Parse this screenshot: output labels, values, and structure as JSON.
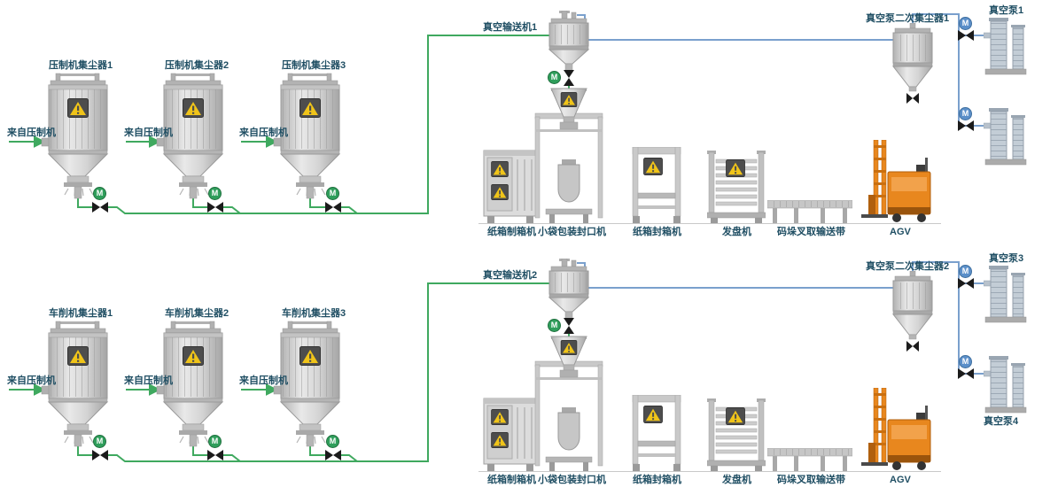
{
  "diagram": {
    "valve_label": "M",
    "colors": {
      "pipe_material": "#3fa95f",
      "pipe_vacuum": "#7aa0cd",
      "label_text": "#1f4e63",
      "agv_body": "#e8871e",
      "warning_plate": "#4d4d4d",
      "warning_triangle": "#f0c419"
    },
    "systems": [
      {
        "collectors": [
          {
            "label": "压制机集尘器1",
            "source": "来自压制机"
          },
          {
            "label": "压制机集尘器2",
            "source": "来自压制机"
          },
          {
            "label": "压制机集尘器3",
            "source": "来自压制机"
          }
        ],
        "vacuum_conveyor": "真空输送机1",
        "secondary_collector": "真空泵二次集尘器1",
        "pumps": [
          "真空泵1",
          ""
        ],
        "machines": [
          "纸箱制箱机",
          "小袋包装封口机",
          "纸箱封箱机",
          "发盘机",
          "码垛叉取输送带",
          "AGV"
        ]
      },
      {
        "collectors": [
          {
            "label": "车削机集尘器1",
            "source": "来自压制机"
          },
          {
            "label": "车削机集尘器2",
            "source": "来自压制机"
          },
          {
            "label": "车削机集尘器3",
            "source": "来自压制机"
          }
        ],
        "vacuum_conveyor": "真空输送机2",
        "secondary_collector": "真空泵二次集尘器2",
        "pumps": [
          "真空泵3",
          "真空泵4"
        ],
        "machines": [
          "纸箱制箱机",
          "小袋包装封口机",
          "纸箱封箱机",
          "发盘机",
          "码垛叉取输送带",
          "AGV"
        ]
      }
    ]
  }
}
